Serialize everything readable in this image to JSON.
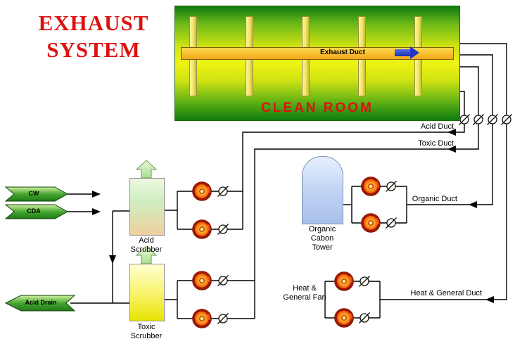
{
  "title": {
    "line1": "EXHAUST",
    "line2": "SYSTEM"
  },
  "clean_room": {
    "label": "CLEAN ROOM",
    "exhaust_duct_label": "Exhaust Duct"
  },
  "duct_labels": {
    "acid": "Acid Duct",
    "toxic": "Toxic Duct",
    "organic": "Organic Duct",
    "heat_general": "Heat & General Duct"
  },
  "components": {
    "acid_scrubber": "Acid Scrubber",
    "toxic_scrubber": "Toxic Scrubber",
    "organic_tower": "Organic Cabon Tower",
    "heat_general_fan": "Heat & General Fan"
  },
  "io_labels": {
    "cw": "CW",
    "cda": "CDA",
    "acid_drain": "Acid Drain"
  },
  "icons": {
    "fan": "fan-icon",
    "damper": "damper-icon",
    "exhaust_arrow": "exhaust-arrow-icon",
    "vent_arrow": "vent-arrow-icon"
  },
  "colors": {
    "title_red": "#dd1111",
    "clean_room_red": "#e01010",
    "line_black": "#000000",
    "duct_yellow": "#f2a71b",
    "arrow_blue": "#2334c8",
    "input_green": "#46a830",
    "fan_orange": "#ff8000"
  }
}
